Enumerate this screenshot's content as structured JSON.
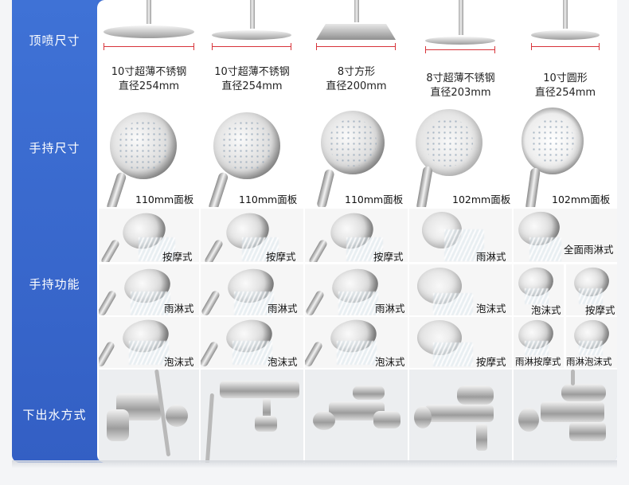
{
  "rows": {
    "top": "顶喷尺寸",
    "hand_size": "手持尺寸",
    "hand_func": "手持功能",
    "outlet": "下出水方式"
  },
  "top_caps": [
    {
      "line1": "10寸超薄不锈钢",
      "line2": "直径254mm"
    },
    {
      "line1": "10寸超薄不锈钢",
      "line2": "直径254mm"
    },
    {
      "line1": "8寸方形",
      "line2": "直径200mm"
    },
    {
      "line1": "8寸超薄不锈钢",
      "line2": "直径203mm"
    },
    {
      "line1": "10寸圆形",
      "line2": "直径254mm"
    }
  ],
  "hand_sizes": [
    "110mm面板",
    "110mm面板",
    "110mm面板",
    "102mm面板",
    "102mm面板"
  ],
  "func_row1": [
    "按摩式",
    "按摩式",
    "按摩式",
    "雨淋式",
    "全面雨淋式"
  ],
  "func_row2": [
    "雨淋式",
    "雨淋式",
    "雨淋式",
    "泡沫式",
    "泡沫式",
    "按摩式"
  ],
  "func_row3": [
    "泡沫式",
    "泡沫式",
    "泡沫式",
    "按摩式",
    "雨淋按摩式",
    "雨淋泡沫式"
  ],
  "colors": {
    "accent": "#3f6fd1",
    "measure": "#d8343a"
  }
}
